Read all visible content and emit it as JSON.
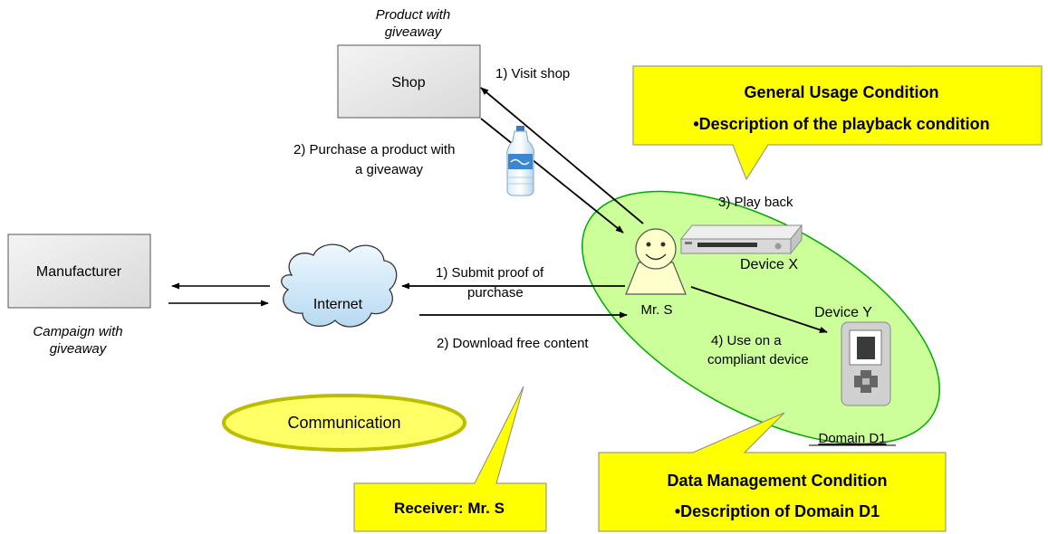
{
  "nodes": {
    "shop": "Shop",
    "manufacturer": "Manufacturer",
    "internet": "Internet",
    "mr_s": "Mr. S",
    "device_x": "Device X",
    "device_y": "Device Y",
    "domain": "Domain D1"
  },
  "captions": {
    "product_line1": "Product with",
    "product_line2": "giveaway",
    "campaign_line1": "Campaign with",
    "campaign_line2": "giveaway"
  },
  "steps": {
    "visit_shop": "1) Visit  shop",
    "purchase_line1": "2) Purchase a product with",
    "purchase_line2": "a giveaway",
    "play_back": "3) Play back",
    "submit_line1": "1) Submit proof of",
    "submit_line2": "purchase",
    "download": "2) Download free content",
    "use_line1": "4) Use on a",
    "use_line2": "compliant device"
  },
  "callouts": {
    "general_title": "General Usage Condition",
    "general_item": "•Description of the playback condition",
    "data_title": "Data Management Condition",
    "data_item": "•Description of Domain D1",
    "receiver": "Receiver: Mr. S",
    "communication": "Communication"
  },
  "colors": {
    "callout_fill": "#ffff00",
    "domain_fill": "#ccff99",
    "domain_stroke": "#00aa00",
    "communication_stroke": "#bdbd00",
    "box_fill": "#e6e6e6"
  }
}
